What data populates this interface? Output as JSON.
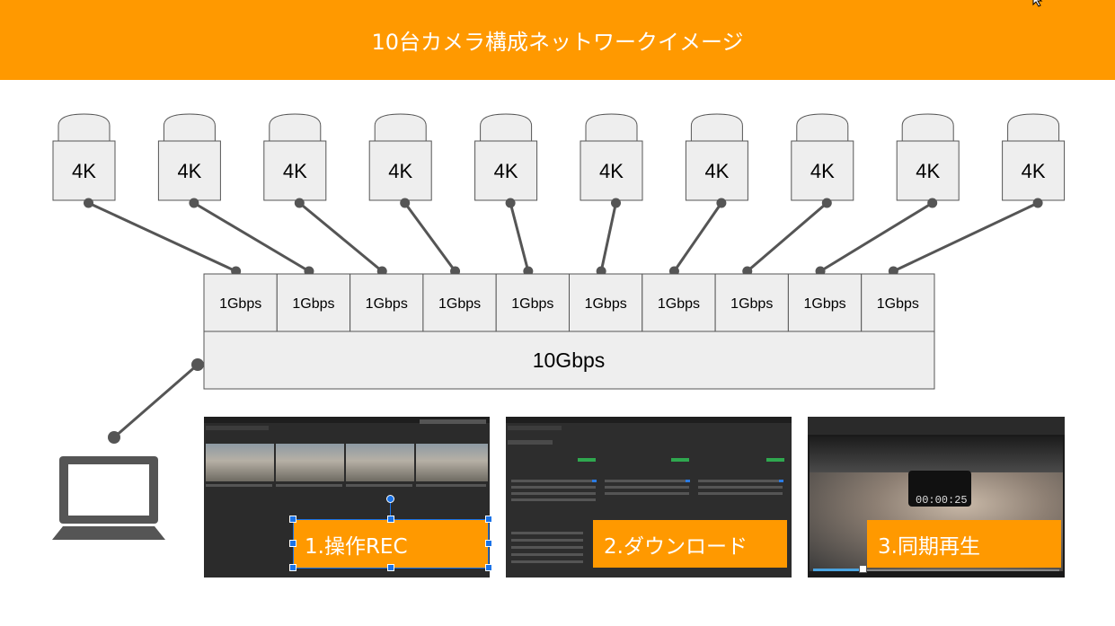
{
  "header": {
    "title": "10台カメラ構成ネットワークイメージ"
  },
  "colors": {
    "accent": "#ff9900",
    "box_fill": "#eeeeee",
    "line": "#555555",
    "selection": "#1a73e8"
  },
  "cameras": [
    {
      "label": "4K"
    },
    {
      "label": "4K"
    },
    {
      "label": "4K"
    },
    {
      "label": "4K"
    },
    {
      "label": "4K"
    },
    {
      "label": "4K"
    },
    {
      "label": "4K"
    },
    {
      "label": "4K"
    },
    {
      "label": "4K"
    },
    {
      "label": "4K"
    }
  ],
  "ports": [
    {
      "label": "1Gbps"
    },
    {
      "label": "1Gbps"
    },
    {
      "label": "1Gbps"
    },
    {
      "label": "1Gbps"
    },
    {
      "label": "1Gbps"
    },
    {
      "label": "1Gbps"
    },
    {
      "label": "1Gbps"
    },
    {
      "label": "1Gbps"
    },
    {
      "label": "1Gbps"
    },
    {
      "label": "1Gbps"
    }
  ],
  "switch": {
    "label": "10Gbps"
  },
  "computer": {
    "icon": "laptop-icon"
  },
  "screenshots": [
    {
      "label": "1.操作REC",
      "selected": true
    },
    {
      "label": "2.ダウンロード"
    },
    {
      "label": "3.同期再生"
    }
  ],
  "playback": {
    "progress": 0.2,
    "time_display": "00:00:25"
  }
}
